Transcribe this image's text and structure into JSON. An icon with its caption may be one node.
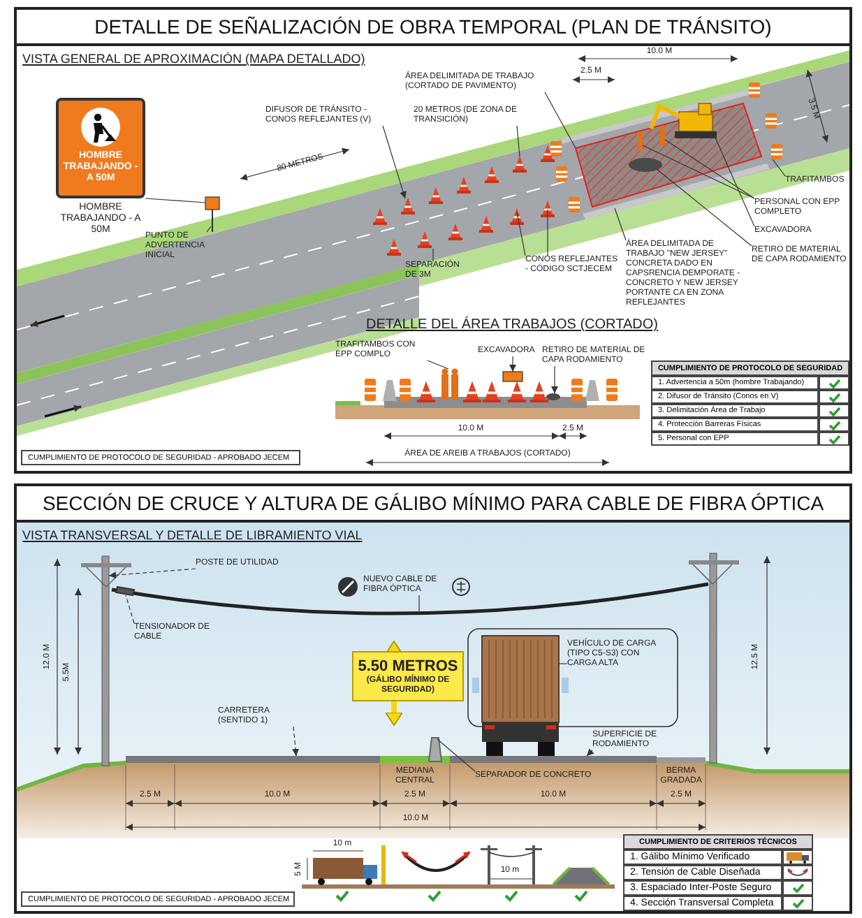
{
  "diagram": {
    "nodes": [
      {
        "text": [
          "DETALLE DE SEÑALIZACIÓN DE OBRA TEMPORAL (PLAN DE TRÁNSITO)"
        ]
      },
      {
        "text": [
          "HOMBRE TRABAJANDO - A 50M"
        ],
        "beside": [
          "HOMBRE TRABAJANDO - A 50M"
        ],
        "in": 0
      },
      {
        "text": [
          "PUNTO DE ADVERTENCIA INICIAL"
        ],
        "in": 0
      },
      {
        "text": [
          "DIFUSOR DE TRÁNSITO - CONOS REFLEJANTES (V)"
        ],
        "in": 0
      },
      {
        "text": [
          "ÁREA DELIMITADA DE TRABAJO (CORTADO DE PAVIMENTO)"
        ],
        "in": 0
      },
      {
        "text": [
          "20 METROS (DE ZONA DE TRANSICIÓN)"
        ],
        "in": 0
      },
      {
        "text": [
          "SEPARACIÓN DE 3M"
        ],
        "in": 0
      },
      {
        "text": [
          "CONOS REFLEJANTES - CÓDIGO SCTJECEM"
        ],
        "in": 0
      },
      {
        "text": [
          "ÁREA DELIMITADA DE TRABAJO \"NEW JERSEY\" CONCRETA DADO EN CAPSRENCIA DEMPORATE - CONCRETO Y NEW JERSEY PORTANTE CA EN ZONA REFLEJANTES"
        ],
        "in": 0
      },
      {
        "text": [
          "TRAFITAMBOS"
        ],
        "in": 0
      },
      {
        "text": [
          "PERSONAL CON EPP COMPLETO"
        ],
        "in": 0
      },
      {
        "text": [
          "EXCAVADORA"
        ],
        "in": 0
      },
      {
        "text": [
          "RETIRO DE MATERIAL DE CAPA RODAMIENTO"
        ],
        "in": 0
      },
      {
        "text": [
          "TRAFITAMBOS CON EPP COMPLO"
        ],
        "in": 0
      },
      {
        "text": [
          "EXCAVADORA"
        ],
        "in": 0
      },
      {
        "text": [
          "RETIRO DE MATERIAL DE CAPA RODAMIENTO"
        ],
        "in": 0
      },
      {
        "text": [
          "SECCIÓN DE CRUCE Y ALTURA DE GÁLIBO MÍNIMO PARA CABLE DE FIBRA ÓPTICA"
        ]
      },
      {
        "text": [
          "POSTE DE UTILIDAD"
        ],
        "in": 16
      },
      {
        "text": [
          "TENSIONADOR DE CABLE"
        ],
        "in": 16
      },
      {
        "text": [
          "NUEVO CABLE DE FIBRA ÓPTICA"
        ],
        "in": 16
      },
      {
        "text": [
          "5.50 METROS",
          "(GÁLIBO MÍNIMO DE SEGURIDAD)"
        ],
        "in": 16
      },
      {
        "text": [
          "VEHÍCULO DE CARGA (TIPO C5-S3) CON CARGA ALTA"
        ],
        "in": 16
      },
      {
        "text": [
          "CARRETERA (SENTIDO 1)"
        ],
        "in": 16
      },
      {
        "text": [
          "SUPERFICIE DE RODAMIENTO"
        ],
        "in": 16
      },
      {
        "text": [
          "SEPARADOR DE CONCRETO"
        ],
        "in": 16
      },
      {
        "text": [],
        "shape": "picture",
        "in": 0
      },
      {
        "text": [],
        "shape": "picture",
        "in": 0
      },
      {
        "text": [],
        "shape": "box",
        "in": 0
      },
      {
        "text": [],
        "shape": "bar",
        "in": 0
      },
      {
        "text": [],
        "shape": "picture",
        "in": 0
      },
      {
        "text": [],
        "shape": "person",
        "in": 27
      },
      {
        "text": [],
        "shape": "picture",
        "in": 27
      },
      {
        "text": [],
        "shape": "circle",
        "in": 27
      },
      {
        "text": [],
        "shape": "person",
        "in": 0
      },
      {
        "text": [],
        "shape": "box",
        "in": 0
      },
      {
        "text": [],
        "shape": "circle",
        "in": 0
      },
      {
        "text": [],
        "shape": "picture",
        "in": 16
      },
      {
        "text": [],
        "shape": "picture",
        "in": 16
      },
      {
        "text": [],
        "shape": "box",
        "in": 36
      },
      {
        "text": [],
        "shape": "picture",
        "in": 16
      },
      {
        "text": [],
        "shape": "bar",
        "in": 16
      },
      {
        "text": [],
        "shape": "bar",
        "in": 16
      },
      {
        "text": [],
        "shape": "box",
        "in": 16
      },
      {
        "text": [],
        "shape": "picture",
        "in": 0
      }
    ],
    "edges": [
      {
        "from": 1,
        "to": 25,
        "arrow": "none"
      },
      {
        "from": 2,
        "to": 25,
        "arrow": "none"
      },
      {
        "from": 3,
        "to": 26,
        "arrow": "to"
      },
      {
        "from": 4,
        "to": 27,
        "arrow": "none"
      },
      {
        "from": 5,
        "to": 26,
        "arrow": "none"
      },
      {
        "from": 6,
        "to": 43,
        "arrow": "none"
      },
      {
        "from": 7,
        "to": 43,
        "arrow": "none"
      },
      {
        "from": 7,
        "to": 43,
        "arrow": "none"
      },
      {
        "from": 8,
        "to": 28,
        "arrow": "none"
      },
      {
        "from": 9,
        "to": 29,
        "arrow": "none"
      },
      {
        "from": 10,
        "to": 30,
        "arrow": "none"
      },
      {
        "from": 10,
        "to": 30,
        "arrow": "none"
      },
      {
        "from": 11,
        "to": 31,
        "arrow": "none"
      },
      {
        "from": 12,
        "to": 32,
        "arrow": "none"
      },
      {
        "from": 13,
        "to": 33,
        "arrow": "none"
      },
      {
        "from": 14,
        "to": 34,
        "arrow": "to"
      },
      {
        "from": 15,
        "to": 35,
        "arrow": "to"
      },
      {
        "from": 17,
        "to": 37,
        "arrow": "to",
        "style": "dashed"
      },
      {
        "from": 18,
        "to": 38,
        "arrow": "none",
        "style": "dashed"
      },
      {
        "from": 19,
        "to": 36,
        "arrow": "none"
      },
      {
        "from": 21,
        "to": 39,
        "arrow": "none"
      },
      {
        "from": 22,
        "to": 40,
        "arrow": "to",
        "style": "dashed"
      },
      {
        "from": 23,
        "to": 41,
        "arrow": "to",
        "style": "dashed"
      },
      {
        "from": 24,
        "to": 42,
        "arrow": "none"
      }
    ],
    "labels": [
      "VISTA GENERAL DE APROXIMACIÓN (MAPA DETALLADO)",
      "10.0 M",
      "2.5 M",
      "80 METROS",
      "3.5 M",
      "DETALLE DEL ÁREA TRABAJOS (CORTADO)",
      "10.0 M",
      "2.5 M",
      "ÁREA DE AREIB A TRABAJOS (CORTADO)",
      "CUMPLIMIENTO DE PROTOCOLO DE SEGURIDAD",
      "1. Advertencia a 50m (hombre Trabajando)",
      "2. Difusor de Tránsito (Conos en V)",
      "3. Delimitación Área de Trabajo",
      "4. Protección Barreras Físicas",
      "5. Personal con EPP",
      "CUMPLIMIENTO DE PROTOCOLO DE SEGURIDAD - APROBADO JECEM",
      "VISTA TRANSVERSAL Y DETALLE DE LIBRAMIENTO VIAL",
      "12.0 M",
      "5.5M",
      "12.5 M",
      "MEDIANA CENTRAL",
      "BERMA GRADADA",
      "2.5 M",
      "10.0 M",
      "2.5 M",
      "10.0 M",
      "2.5 M",
      "10.0 M",
      "10 m",
      "5 M",
      "10 m",
      "CUMPLIMIENTO DE CRITERIOS TÉCNICOS",
      "1. Gálibo Mínimo Verificado",
      "2. Tensión de Cable Diseñada",
      "3. Espaciado Inter-Poste Seguro",
      "4. Sección Transversal Completa",
      "CUMPLIMIENTO DE PROTOCOLO DE SEGURIDAD - APROBADO JECEM"
    ]
  }
}
